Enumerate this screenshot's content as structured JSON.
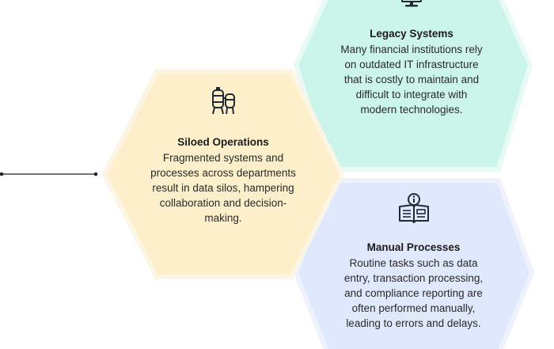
{
  "colors": {
    "siloed_fill": "#fdefc9",
    "siloed_stroke": "#fbf5e4",
    "legacy_fill": "#cbf4ea",
    "legacy_stroke": "#e7faf4",
    "manual_fill": "#dfe8fc",
    "manual_stroke": "#eef2fd",
    "icon": "#1f2a33",
    "connector": "#222222"
  },
  "hexagons": {
    "siloed": {
      "icon": "storage-tanks-icon",
      "title": "Siloed Operations",
      "body_lines": [
        "Fragmented systems and",
        "processes across departments",
        "result in data silos, hampering",
        "collaboration and decision-",
        "making."
      ]
    },
    "legacy": {
      "icon": "monitor-icon",
      "title": "Legacy Systems",
      "body_lines": [
        "Many financial institutions rely",
        "on outdated IT infrastructure",
        "that is costly to maintain and",
        "difficult to integrate with",
        "modern technologies."
      ]
    },
    "manual": {
      "icon": "manual-book-icon",
      "title": "Manual Processes",
      "body_lines": [
        "Routine tasks such as data",
        "entry, transaction processing,",
        "and compliance reporting are",
        "often performed manually,",
        "leading to errors and delays."
      ]
    }
  }
}
